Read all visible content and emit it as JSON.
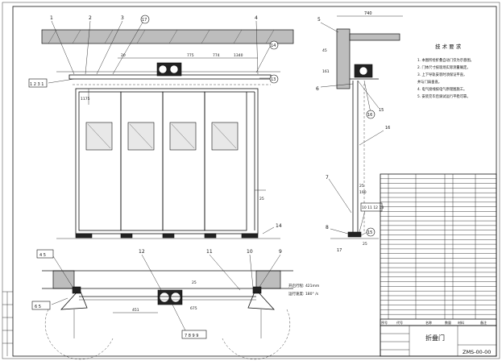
{
  "front_view": {
    "callouts": [
      "1",
      "2",
      "3",
      "17",
      "4",
      "14",
      "13"
    ],
    "left_callout": "1 2 3 1",
    "dims_top": [
      "20",
      "775",
      "774",
      "1340"
    ],
    "dim_side": "1175",
    "dim_right": "25",
    "bottom_callout": "14"
  },
  "side_view": {
    "top_dim": "740",
    "callouts": [
      "5",
      "6",
      "15",
      "16",
      "16",
      "7",
      "8",
      "10 11 12 13",
      "15",
      "17"
    ],
    "dims": [
      "161",
      "45",
      "25",
      "190",
      "25"
    ]
  },
  "tech_requirements": {
    "title": "技 术 要 求",
    "lines": [
      "1. 本图所绘折叠自动门仅为示意图。",
      "2. 门体尺寸按现场实际测量确定。",
      "3. 上下导轨安装时须保证平直，",
      "   并与门扇垂直。",
      "4. 电气接线按电气原理图施工。",
      "5. 安装完毕后调试运行平稳可靠。"
    ]
  },
  "plan_view": {
    "callouts": [
      "4 5",
      "12",
      "11",
      "10",
      "9",
      "6 5"
    ],
    "bottom_callouts": [
      "7 8 9 9"
    ],
    "dim_left": "451",
    "dim_center": "675",
    "dim_top": "25",
    "note_line1": "开启行程: 421mm",
    "note_line2": "运行速度: 180° /s"
  },
  "title_block": {
    "drawing_name": "折叠门",
    "drawing_number": "ZMS-00-00",
    "header_labels": [
      "序号",
      "代号",
      "名称",
      "数量",
      "材料",
      "备注"
    ],
    "parts_rows": 31
  }
}
